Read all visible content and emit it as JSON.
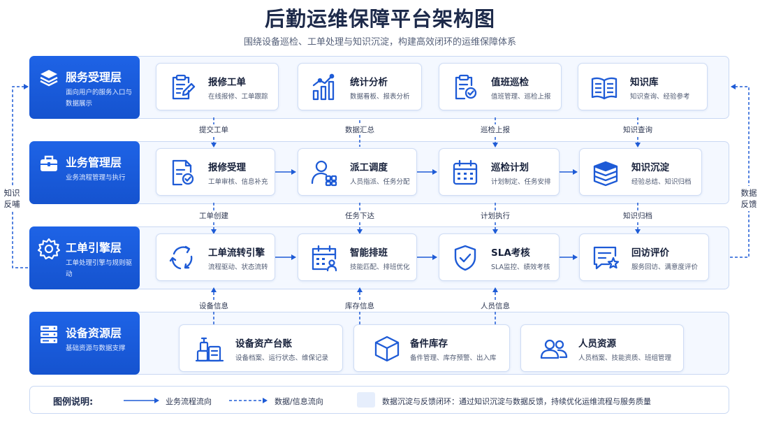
{
  "title": "后勤运维保障平台架构图",
  "subtitle": "围绕设备巡检、工单处理与知识沉淀，构建高效闭环的运维保障体系",
  "layers": [
    {
      "name": "服务受理层",
      "desc": "面向用户的服务入口与数据展示",
      "icon": "layers-icon",
      "cards": [
        {
          "title": "报修工单",
          "desc": "在线报修、工单跟踪",
          "icon": "clipboard-pen-icon"
        },
        {
          "title": "统计分析",
          "desc": "数据看板、报表分析",
          "icon": "bar-chart-icon"
        },
        {
          "title": "值班巡检",
          "desc": "值班管理、巡检上报",
          "icon": "inspection-clipboard-icon"
        },
        {
          "title": "知识库",
          "desc": "知识查询、经验参考",
          "icon": "open-book-icon"
        }
      ]
    },
    {
      "name": "业务管理层",
      "desc": "业务流程管理与执行",
      "icon": "briefcase-icon",
      "cards": [
        {
          "title": "报修受理",
          "desc": "工单审核、信息补充",
          "icon": "document-check-icon"
        },
        {
          "title": "派工调度",
          "desc": "人员指派、任务分配",
          "icon": "dispatch-user-icon"
        },
        {
          "title": "巡检计划",
          "desc": "计划制定、任务安排",
          "icon": "calendar-icon"
        },
        {
          "title": "知识沉淀",
          "desc": "经验总结、知识归档",
          "icon": "book-stack-icon"
        }
      ]
    },
    {
      "name": "工单引擎层",
      "desc": "工单处理引擎与规则驱动",
      "icon": "gear-icon",
      "cards": [
        {
          "title": "工单流转引擎",
          "desc": "流程驱动、状态流转",
          "icon": "cycle-arrows-icon"
        },
        {
          "title": "智能排班",
          "desc": "技能匹配、排班优化",
          "icon": "calendar-person-icon"
        },
        {
          "title": "SLA考核",
          "desc": "SLA监控、绩效考核",
          "icon": "shield-check-icon"
        },
        {
          "title": "回访评价",
          "desc": "服务回访、满意度评价",
          "icon": "chat-star-icon"
        }
      ]
    },
    {
      "name": "设备资源层",
      "desc": "基础资源与数据支撑",
      "icon": "server-icon",
      "cards": [
        {
          "title": "设备资产台账",
          "desc": "设备档案、运行状态、维保记录",
          "icon": "equipment-icon"
        },
        {
          "title": "备件库存",
          "desc": "备件管理、库存预警、出入库",
          "icon": "box-icon"
        },
        {
          "title": "人员资源",
          "desc": "人员档案、技能资质、班组管理",
          "icon": "people-icon"
        }
      ]
    }
  ],
  "flow_labels": {
    "row1": [
      "提交工单",
      "数据汇总",
      "巡检上报",
      "知识查询"
    ],
    "row2": [
      "工单创建",
      "任务下达",
      "计划执行",
      "知识归档"
    ],
    "row3": [
      "设备信息",
      "库存信息",
      "人员信息"
    ]
  },
  "side_labels": {
    "left": "知识\n反哺",
    "right": "数据\n反馈"
  },
  "legend": {
    "title": "图例说明:",
    "solid": "业务流程流向",
    "dashed": "数据/信息流向",
    "loop": "数据沉淀与反馈闭环：通过知识沉淀与数据反馈，持续优化运维流程与服务质量"
  },
  "colors": {
    "primary": "#1e63e6",
    "band": "#f4f8ff",
    "border": "#c9d8f3",
    "icon": "#1e5bd6"
  }
}
